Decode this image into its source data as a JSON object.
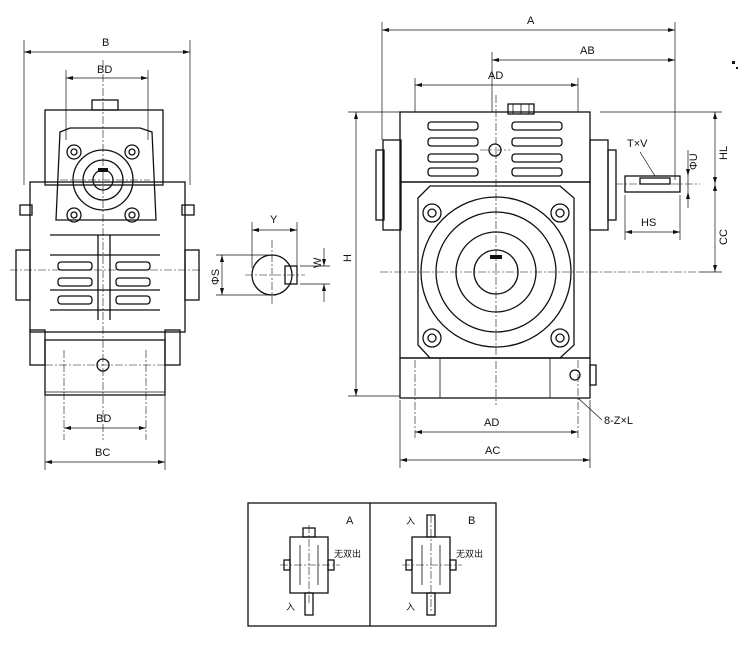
{
  "labels": {
    "B": "B",
    "BD_top": "BD",
    "BD_bottom": "BD",
    "BC": "BC",
    "Y": "Y",
    "phiS": "ΦS",
    "W": "W",
    "H": "H",
    "A": "A",
    "AB": "AB",
    "AD_top": "AD",
    "AD_bottom": "AD",
    "AC": "AC",
    "TxV": "T×V",
    "phiU": "ΦU",
    "HL": "HL",
    "HS": "HS",
    "CC": "CC",
    "ZL": "8-Z×L"
  },
  "legend": {
    "boxA": {
      "letter": "A",
      "in_top": "",
      "in_bottom": "入",
      "side": "无双出"
    },
    "boxB": {
      "letter": "B",
      "in_top": "入",
      "in_bottom": "入",
      "side": "无双出"
    }
  }
}
